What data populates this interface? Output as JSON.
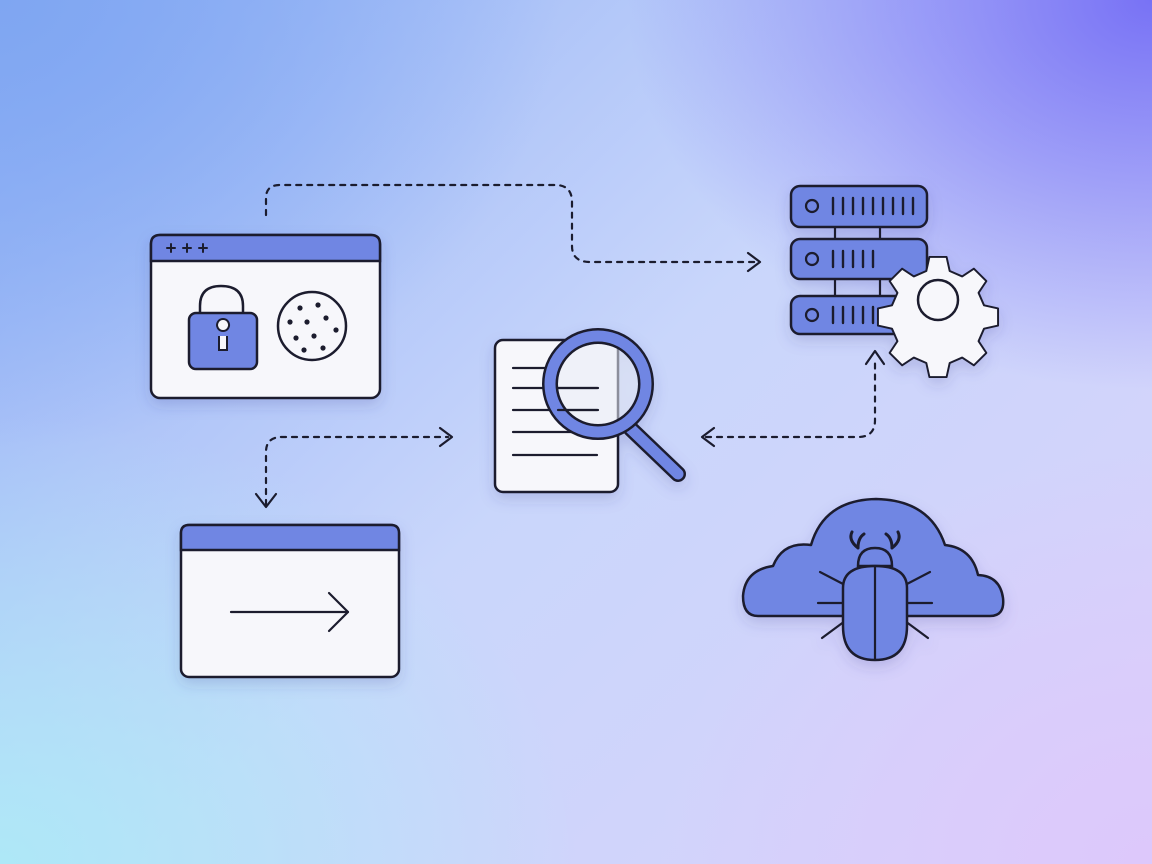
{
  "diagram": {
    "nodes": [
      {
        "id": "secure-browser-window",
        "icon": "padlock-and-cookie"
      },
      {
        "id": "document-inspection",
        "icon": "document-magnifier"
      },
      {
        "id": "server-configuration",
        "icon": "server-rack-gear"
      },
      {
        "id": "redirect-window",
        "icon": "right-arrow"
      },
      {
        "id": "cloud-bug",
        "icon": "bug-in-cloud"
      }
    ],
    "connections": [
      {
        "from": "secure-browser-window",
        "to": "server-configuration",
        "style": "dashed",
        "arrow": "end"
      },
      {
        "from": "redirect-window",
        "to": "document-inspection",
        "style": "dashed",
        "arrow": "both"
      },
      {
        "from": "server-configuration",
        "to": "document-inspection",
        "style": "dashed",
        "arrow": "both"
      }
    ]
  },
  "colors": {
    "stroke": "#1b1c2e",
    "accent": "#6f86e3",
    "panel": "#f7f7fb"
  }
}
